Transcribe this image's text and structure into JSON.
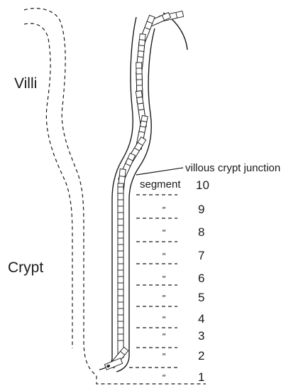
{
  "labels": {
    "villi": "Villi",
    "crypt": "Crypt",
    "junction": "villous crypt junction",
    "segment_word": "segment",
    "ditto": "\""
  },
  "segments": [
    "10",
    "9",
    "8",
    "7",
    "6",
    "5",
    "4",
    "3",
    "2",
    "1"
  ],
  "colors": {
    "ink": "#1a1a1a",
    "cell_fill": "#ffffff",
    "nucleus": "#2a2a2a"
  }
}
